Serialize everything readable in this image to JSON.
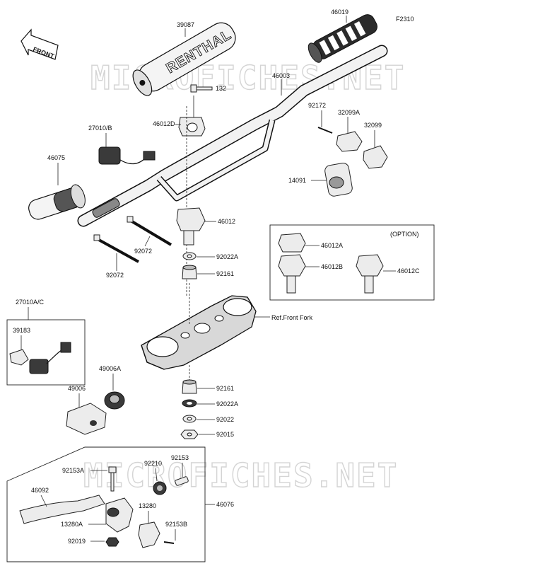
{
  "diagram_code": "F2310",
  "watermark": "MICROFICHES.NET",
  "front_arrow": "FRONT",
  "option_label": "(OPTION)",
  "ref_text": "Ref.Front Fork",
  "grip_text": "RENTHAL",
  "labels": {
    "p39087": "39087",
    "p46019": "46019",
    "p46003": "46003",
    "p132": "132",
    "p46012d": "46012D",
    "p27010b": "27010/B",
    "p46075": "46075",
    "p92172": "92172",
    "p32099a": "32099A",
    "p32099": "32099",
    "p14091": "14091",
    "p46012": "46012",
    "p92072a": "92072",
    "p92072b": "92072",
    "p92022a_top": "92022A",
    "p92161_top": "92161",
    "p46012a": "46012A",
    "p46012b": "46012B",
    "p46012c": "46012C",
    "p27010ac": "27010A/C",
    "p39183": "39183",
    "p49006a": "49006A",
    "p49006": "49006",
    "p92161_bot": "92161",
    "p92022a_bot": "92022A",
    "p92022": "92022",
    "p92015": "92015",
    "p92153a": "92153A",
    "p92210": "92210",
    "p92153": "92153",
    "p46092": "46092",
    "p46076": "46076",
    "p13280": "13280",
    "p13280a": "13280A",
    "p92153b": "92153B",
    "p92019": "92019"
  }
}
